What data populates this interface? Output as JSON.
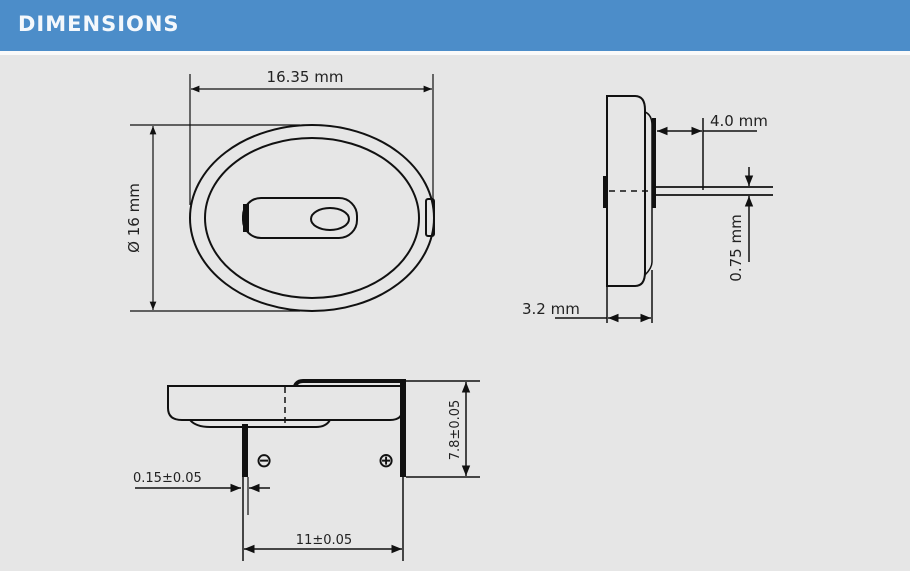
{
  "header": {
    "title": "DIMENSIONS",
    "color": "#4c8dc9"
  },
  "front_view": {
    "width_label": "16.35 mm",
    "diameter_label": "Ø 16 mm"
  },
  "side_view": {
    "lead_length_label": "4.0 mm",
    "lead_thickness_label": "0.75 mm",
    "body_thickness_label": "3.2 mm"
  },
  "bottom_view": {
    "height_label": "7.8±0.05",
    "lead_thickness_label": "0.15±0.05",
    "pitch_label": "11±0.05",
    "negative_symbol": "⊖",
    "positive_symbol": "⊕"
  }
}
